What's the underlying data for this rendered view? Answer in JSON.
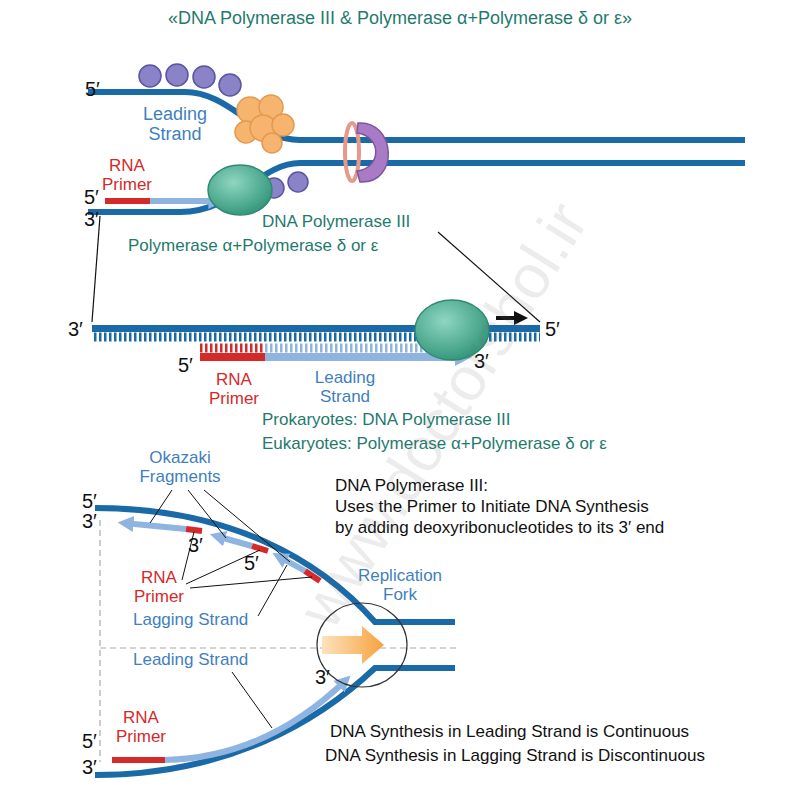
{
  "diagram": {
    "title": "«DNA Polymerase III & Polymerase α+Polymerase δ or ε»",
    "labels": [
      "5′",
      "Leading Strand",
      "RNA Primer",
      "5′",
      "3′",
      "DNA Polymerase III",
      "Polymerase α+Polymerase δ or ε",
      "3′",
      "5′",
      "5′",
      "3′",
      "RNA Primer",
      "Leading Strand",
      "Prokaryotes: DNA Polymerase III",
      "Eukaryotes: Polymerase α+Polymerase δ or ε",
      "Okazaki Fragments",
      "DNA Polymerase III:",
      "Uses the Primer to Initiate DNA Synthesis",
      "by adding deoxyribonucleotides to its 3′ end",
      "5′",
      "3′",
      "3′",
      "5′",
      "RNA Primer",
      "Lagging Strand",
      "Replication Fork",
      "Leading Strand",
      "3′",
      "RNA Primer",
      "5′",
      "3′",
      "DNA Synthesis in Leading Strand is Continuous",
      "DNA Synthesis in Lagging Strand is Discontinuous",
      "www.doctorshol.ir"
    ]
  }
}
